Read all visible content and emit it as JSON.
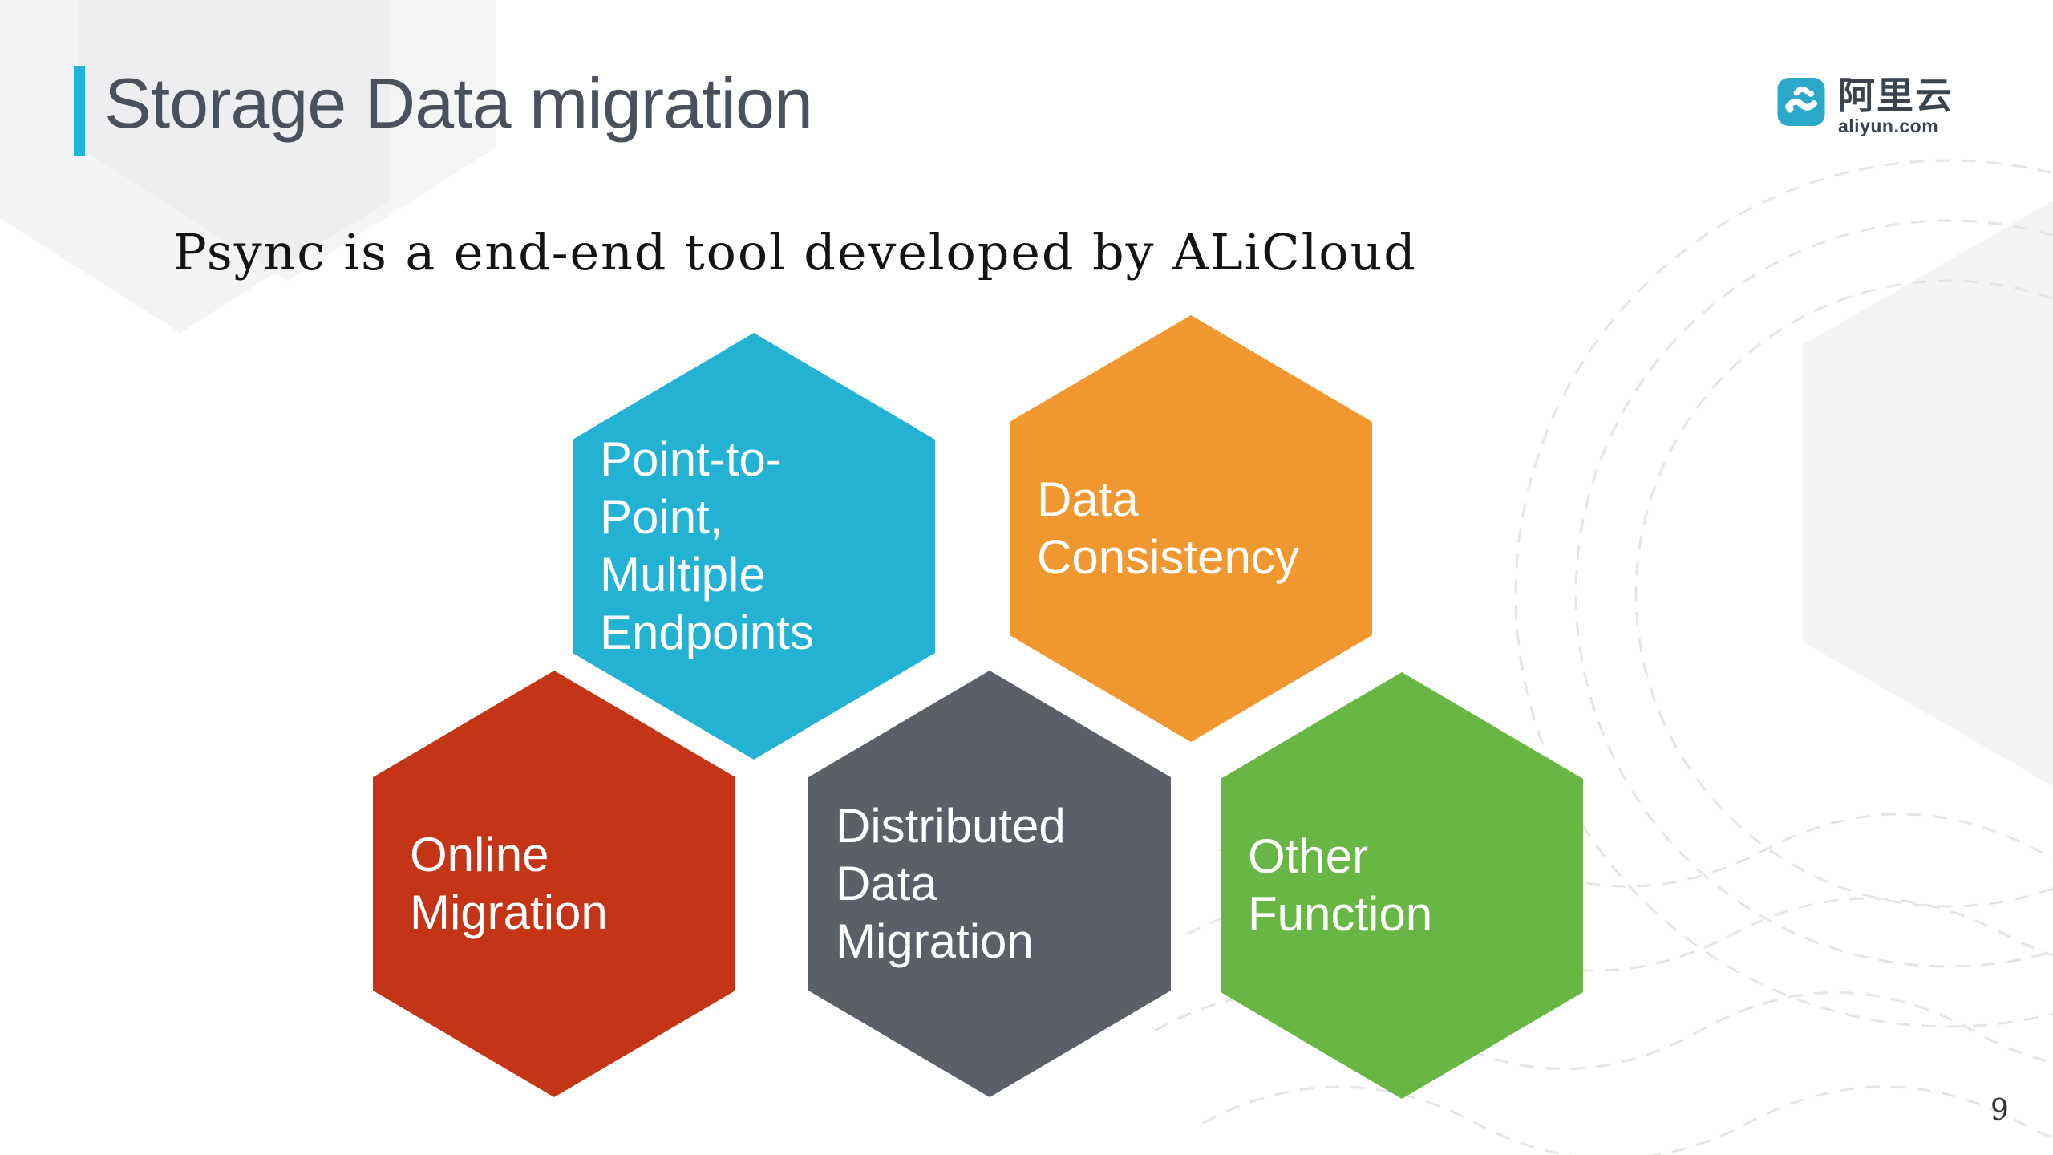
{
  "slide": {
    "title": "Storage Data migration",
    "subtitle": "Psync is a end-end tool developed by ALiCloud",
    "page_number": "9"
  },
  "logo": {
    "icon": "aliyun-cloud-icon",
    "name_cn": "阿里云",
    "domain": "aliyun.com",
    "icon_color": "#2BA9CB"
  },
  "colors": {
    "accent_bar": "#1CB5D9",
    "title_text": "#4A515C",
    "hex_cyan": "#23B2D4",
    "hex_orange": "#F0982F",
    "hex_red": "#C43517",
    "hex_gray": "#5A5F68",
    "hex_green": "#68B744"
  },
  "hexagons": [
    {
      "name": "point-to-point-multiple-endpoints",
      "label": "Point-to-Point, Multiple Endpoints",
      "lines": [
        "Point-to-",
        "Point,",
        "Multiple",
        "Endpoints"
      ],
      "color": "#23B2D4"
    },
    {
      "name": "data-consistency",
      "label": "Data Consistency",
      "lines": [
        "Data",
        "Consistency"
      ],
      "color": "#F0982F"
    },
    {
      "name": "online-migration",
      "label": "Online Migration",
      "lines": [
        "Online",
        "Migration"
      ],
      "color": "#C43517"
    },
    {
      "name": "distributed-data-migration",
      "label": "Distributed Data Migration",
      "lines": [
        "Distributed",
        "Data",
        "Migration"
      ],
      "color": "#5A5F68"
    },
    {
      "name": "other-function",
      "label": "Other Function",
      "lines": [
        "Other",
        "Function"
      ],
      "color": "#68B744"
    }
  ]
}
